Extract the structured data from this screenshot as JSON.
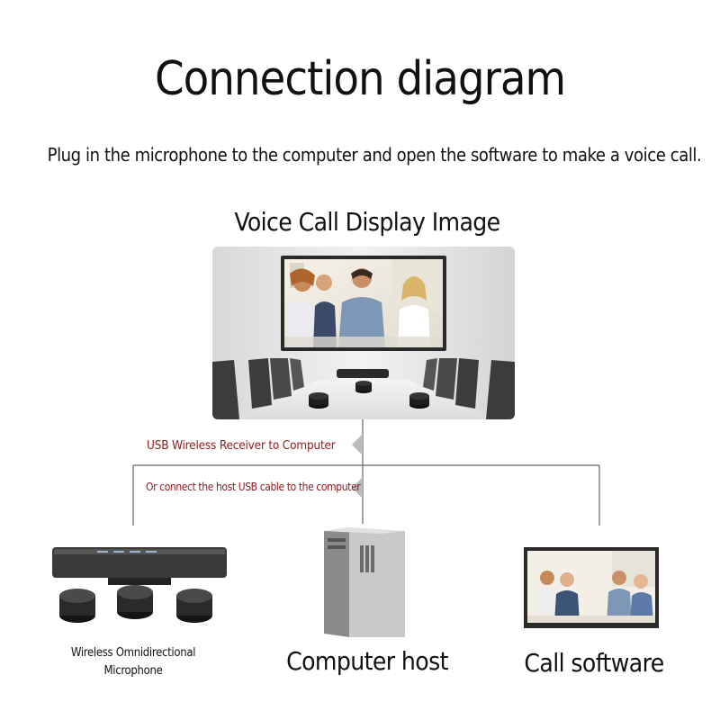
{
  "title": "Connection diagram",
  "subtitle": "Plug in the microphone to the computer and open the software to make a voice call.",
  "display_caption": "Voice Call Display Image",
  "labels": {
    "usb_receiver": "USB Wireless Receiver to Computer",
    "usb_cable": "Or connect the host USB cable to the computer"
  },
  "devices": {
    "microphone_line1": "Wireless Omnidirectional",
    "microphone_line2": "Microphone",
    "computer_host": "Computer host",
    "call_software": "Call software"
  },
  "colors": {
    "label_red": "#8d1b1b",
    "line_gray": "#666666"
  }
}
